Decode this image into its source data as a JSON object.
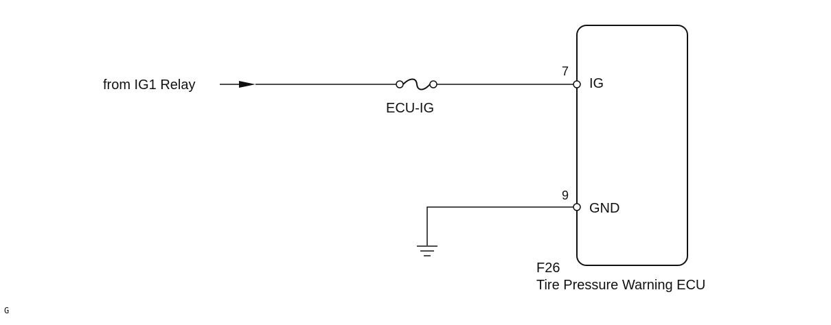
{
  "source_label": "from IG1 Relay",
  "fuse": {
    "label": "ECU-IG"
  },
  "connector": {
    "code": "F26",
    "name": "Tire Pressure Warning ECU"
  },
  "pins": [
    {
      "number": "7",
      "name": "IG"
    },
    {
      "number": "9",
      "name": "GND"
    }
  ],
  "figure_code": "G"
}
